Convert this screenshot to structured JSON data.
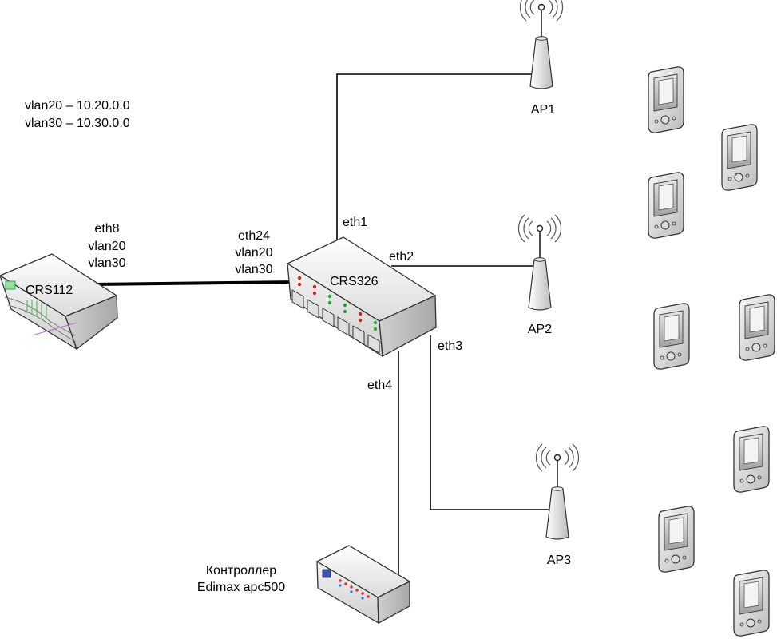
{
  "vlans": {
    "line1": "vlan20 – 10.20.0.0",
    "line2": "vlan30 – 10.30.0.0"
  },
  "devices": {
    "crs112": {
      "name": "CRS112",
      "port": "eth8",
      "vlan_a": "vlan20",
      "vlan_b": "vlan30"
    },
    "crs326": {
      "name": "CRS326",
      "uplink_port": "eth24",
      "vlan_a": "vlan20",
      "vlan_b": "vlan30"
    },
    "ap1": {
      "name": "AP1",
      "port": "eth1"
    },
    "ap2": {
      "name": "AP2",
      "port": "eth2"
    },
    "ap3": {
      "name": "AP3",
      "port": "eth3"
    },
    "controller": {
      "port": "eth4",
      "label_line1": "Контроллер",
      "label_line2": "Edimax apc500"
    }
  },
  "colors": {
    "link": "#000000",
    "device_face": "#efefef",
    "device_side": "#d8d8d8",
    "led_red": "#cc2222",
    "led_green": "#22aa33"
  }
}
